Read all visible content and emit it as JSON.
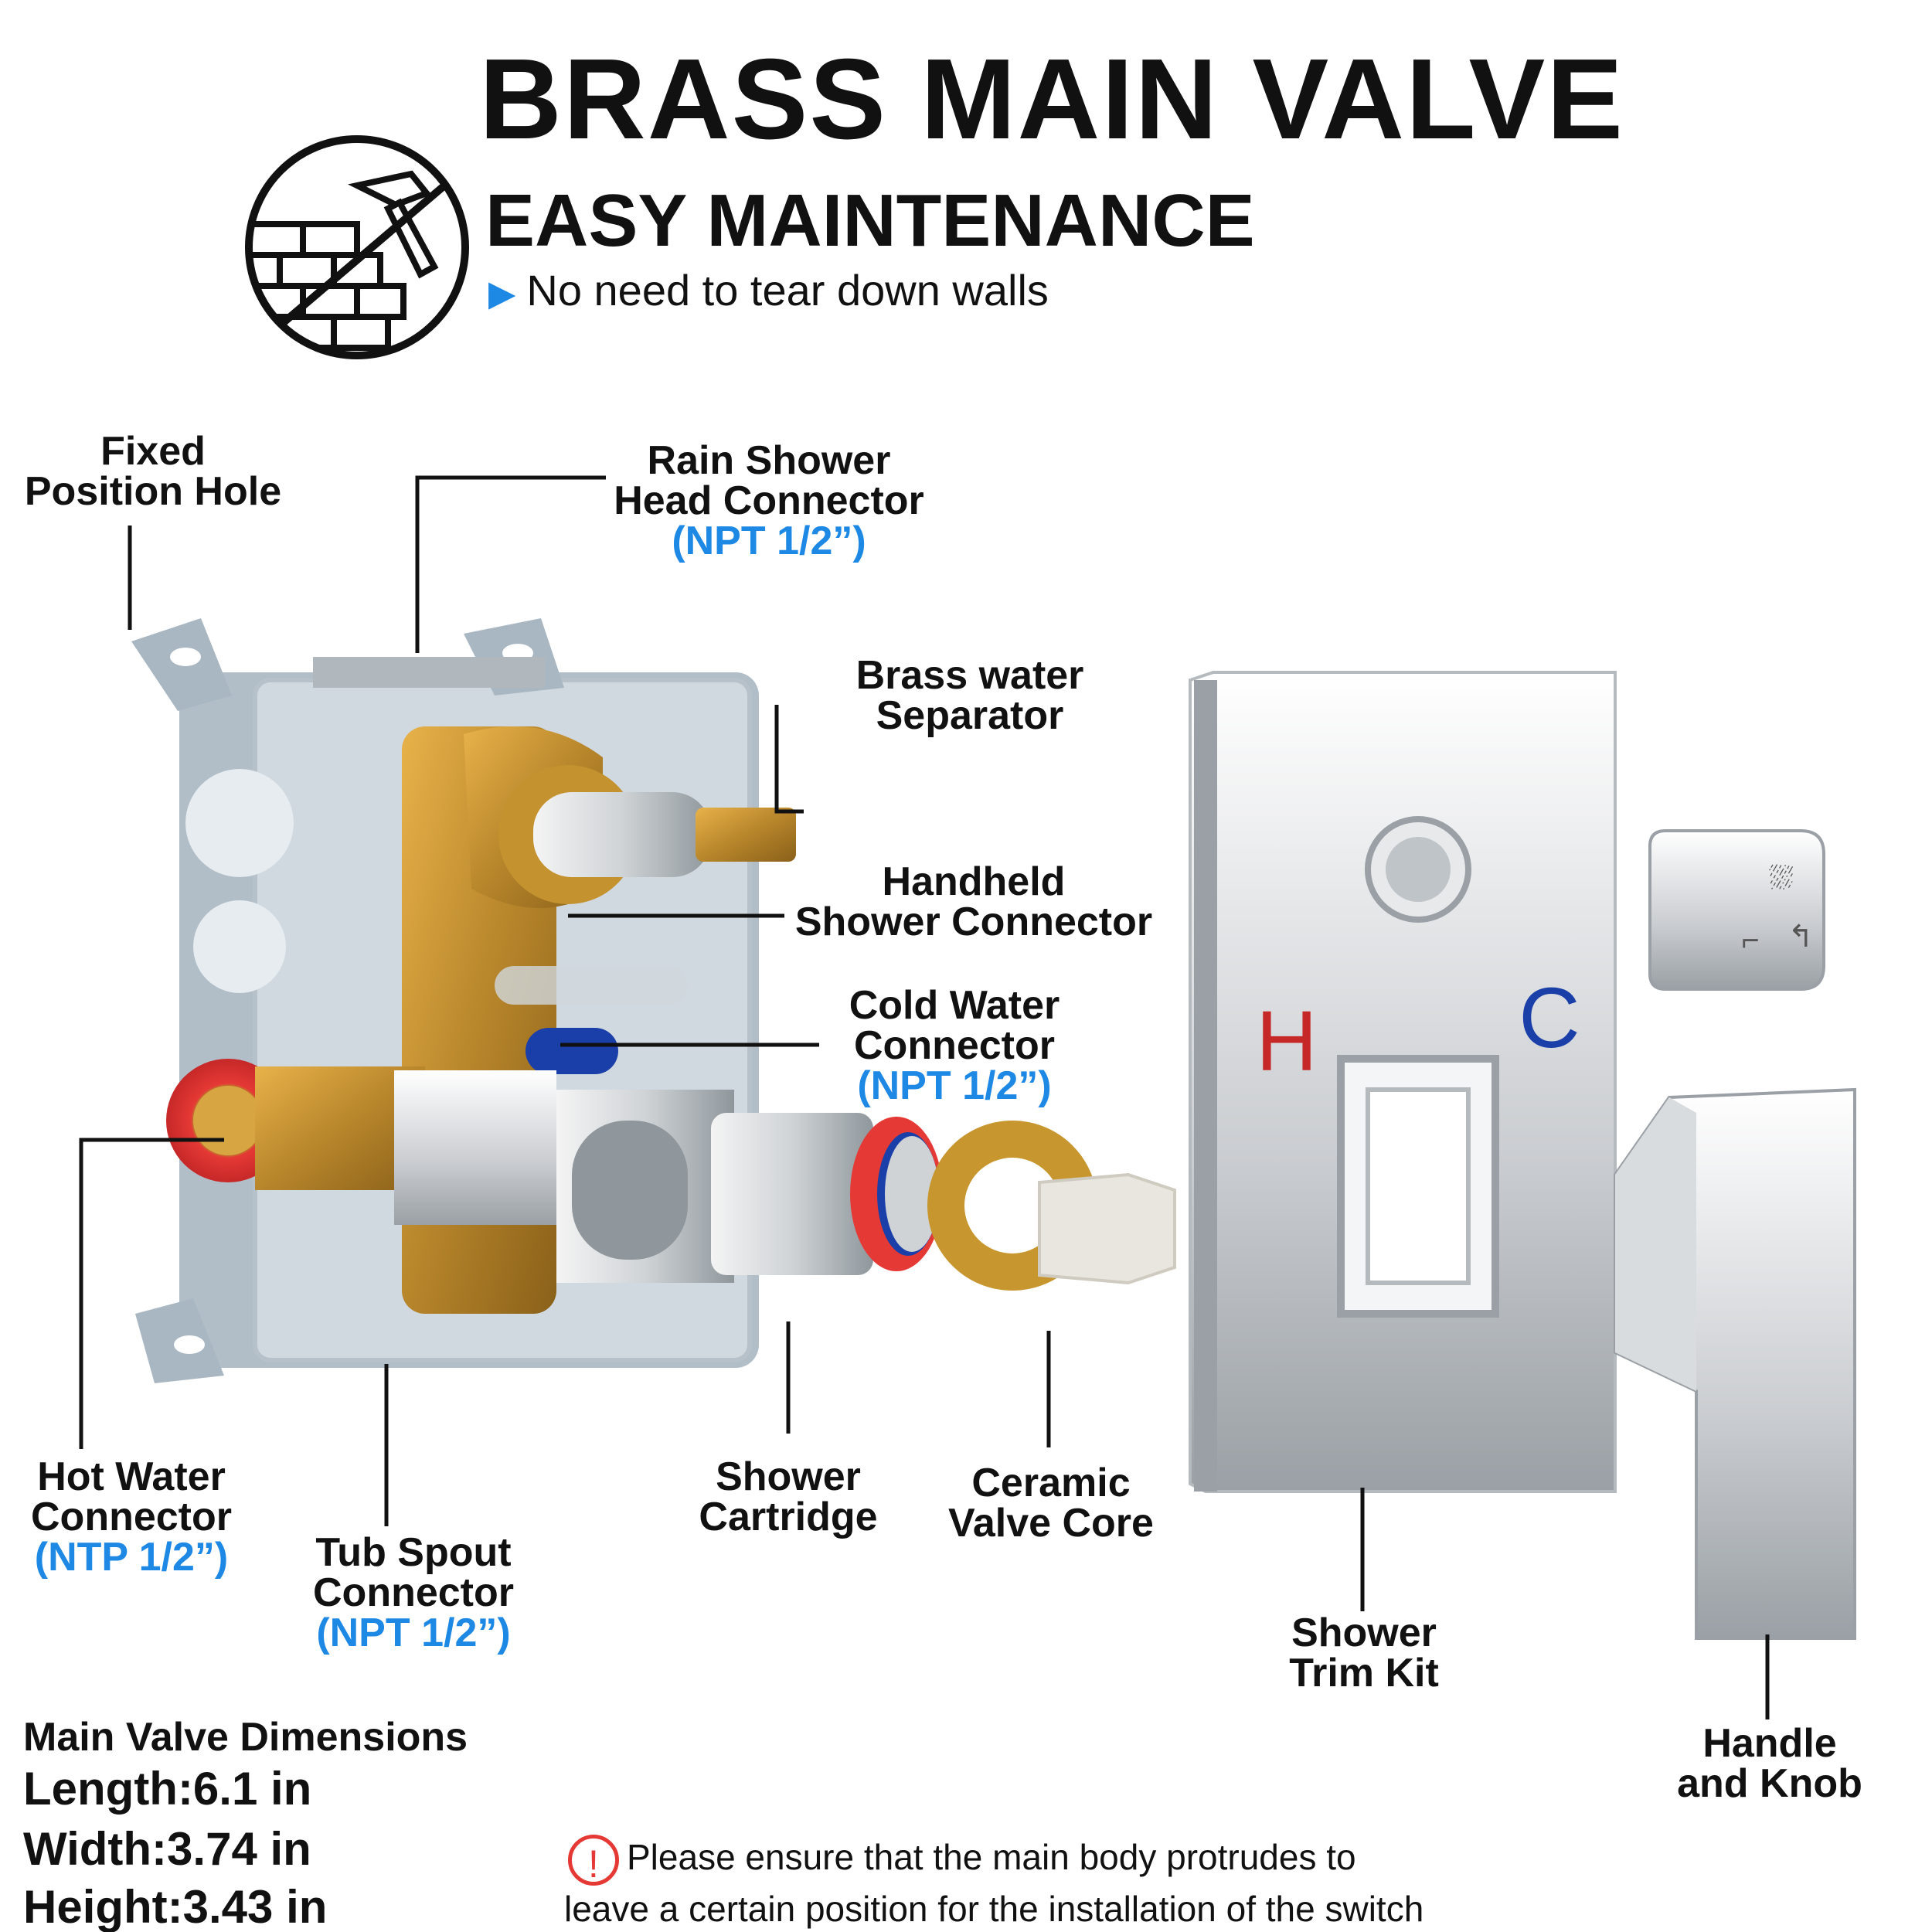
{
  "header": {
    "title": "BRASS MAIN VALVE",
    "subtitle": "EASY MAINTENANCE",
    "tagline": "No need to tear down walls"
  },
  "trim_letters": {
    "hot": "H",
    "cold": "C"
  },
  "labels": {
    "fixed_hole": [
      "Fixed",
      "Position Hole"
    ],
    "rain_shower": [
      "Rain Shower",
      "Head Connector",
      "(NPT 1/2”)"
    ],
    "brass_separator": [
      "Brass water",
      "Separator"
    ],
    "handheld": [
      "Handheld",
      "Shower Connector"
    ],
    "cold_water": [
      "Cold Water",
      "Connector",
      "(NPT 1/2”)"
    ],
    "hot_water": [
      "Hot Water",
      "Connector",
      "(NTP 1/2”)"
    ],
    "tub_spout": [
      "Tub Spout",
      "Connector",
      "(NPT 1/2”)"
    ],
    "cartridge": [
      "Shower",
      "Cartridge"
    ],
    "ceramic_core": [
      "Ceramic",
      "Valve Core"
    ],
    "trim_kit": [
      "Shower",
      "Trim Kit"
    ],
    "handle": [
      "Handle",
      "and Knob"
    ]
  },
  "dimensions": {
    "heading": "Main Valve Dimensions",
    "length": "Length:6.1 in",
    "width": "Width:3.74 in",
    "height": "Height:3.43 in"
  },
  "note": {
    "icon": "!",
    "line1": "Please ensure that the main body protrudes to",
    "line2": "leave a certain position for the installation of the switch"
  },
  "colors": {
    "accent_blue": "#1e88e5",
    "warning_red": "#e53935",
    "hot_red": "#c62828",
    "cold_blue": "#1a3fa8"
  }
}
